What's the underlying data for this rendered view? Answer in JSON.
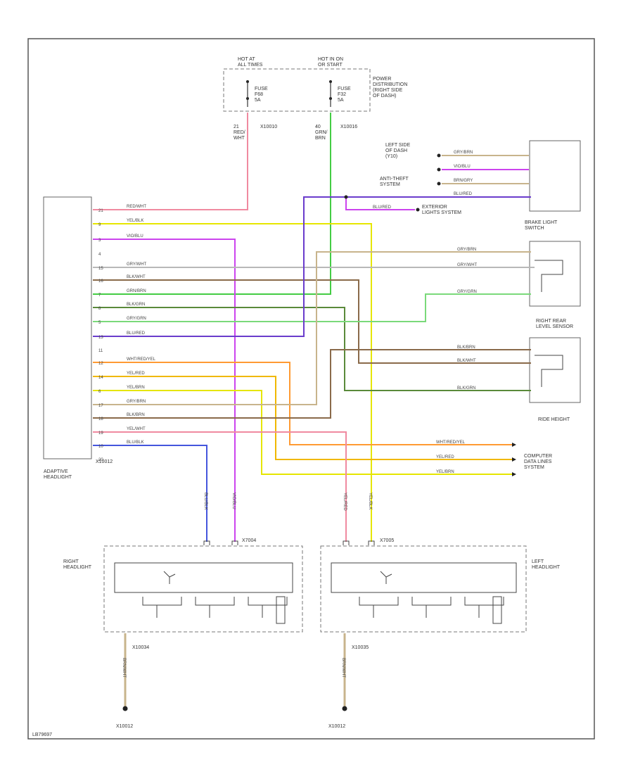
{
  "colors": {
    "pink": "#f08aa0",
    "yellow": "#e6e600",
    "violet": "#cc44ee",
    "grey": "#b8b8b8",
    "green": "#44cc44",
    "olive_green": "#5a8a3a",
    "light_green": "#7ad97a",
    "blue_violet": "#6a3ccc",
    "orange": "#ff9a33",
    "gold": "#f0b800",
    "tan": "#c8b48c",
    "brown": "#8a6a4a",
    "blue": "#4455dd",
    "dark": "#333333"
  },
  "power": {
    "hot_left": "HOT AT\nALL TIMES",
    "hot_right": "HOT IN ON\nOR START",
    "fuse_left": "FUSE\nF68\n5A",
    "fuse_right": "FUSE\nF32\n5A",
    "pdc": "POWER\nDISTRIBUTION\n(RIGHT SIDE\nOF DASH)",
    "conn_left": "X10010",
    "conn_right": "X10016",
    "wire_left": "21\nRED/\nWHT",
    "wire_right": "40\nGRN/\nBRN"
  },
  "modules": {
    "adaptive": "ADAPTIVE\nHEADLIGHT",
    "adaptive_conn": "X10012",
    "brake_switch": "BRAKE LIGHT\nSWITCH",
    "left_dash": "LEFT SIDE\nOF DASH\n(Y10)",
    "anti_theft": "ANTI-THEFT\nSYSTEM",
    "exterior": "EXTERIOR\nLIGHTS SYSTEM",
    "right_rear": "RIGHT REAR\nLEVEL SENSOR",
    "ride_height": "RIDE HEIGHT",
    "computer": "COMPUTER\nDATA LINES\nSYSTEM",
    "right_headlight": "RIGHT\nHEADLIGHT",
    "left_headlight": "LEFT\nHEADLIGHT",
    "rh_conn": "X7004",
    "lh_conn": "X7005",
    "rh_ground_conn": "X10034",
    "lh_ground_conn": "X10035",
    "gnd_left": "X10012",
    "gnd_right": "X10012",
    "footer": "LB79697"
  },
  "pins": [
    "21",
    "9",
    "3",
    "4",
    "15",
    "16",
    "7",
    "8",
    "5",
    "13",
    "11",
    "12",
    "14",
    "6",
    "17",
    "18",
    "19",
    "10",
    "20"
  ],
  "wire_labels": {
    "w1": "RED/WHT",
    "w2": "YEL/BLK",
    "w3": "VIO/BLU",
    "w5": "GRY/WHT",
    "w6": "BLK/WHT",
    "w7": "GRN/BRN",
    "w8": "BLK/GRN",
    "w9": "GRY/GRN",
    "w10": "BLU/RED",
    "w12": "WHT/RED/YEL",
    "w13": "YEL/RED",
    "w14": "YEL/BRN",
    "w15": "GRY/BRN",
    "w16": "BLK/BRN",
    "w17": "YEL/WHT",
    "w18": "BLU/BLK",
    "brk1": "GRY/BRN",
    "brk2": "VIO/BLU",
    "brk3": "BRN/GRY",
    "brk4": "BLU/RED",
    "ext": "BLU/RED",
    "bs1": "GRY/BRN",
    "bs2": "GRY/WHT",
    "bs3": "GRY/GRN",
    "rs1": "BLK/BRN",
    "rs2": "BLK/WHT",
    "rs3": "BLK/GRN",
    "cd1": "WHT/RED/YEL",
    "cd2": "YEL/RED",
    "cd3": "YEL/BRN",
    "rh1": "BLU/BLK",
    "rh2": "VIO/BLU",
    "lh1": "YEL/RED",
    "lh2": "YEL/BLK",
    "g1": "BRN/WHT",
    "g2": "BRN/WHT"
  }
}
